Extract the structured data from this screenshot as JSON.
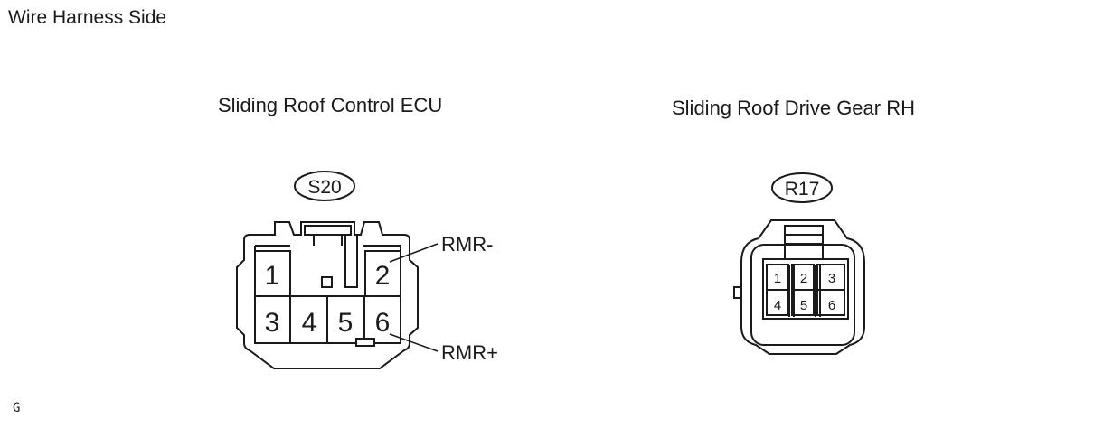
{
  "page_title": "Wire Harness Side",
  "footer_code": "G",
  "connectors": [
    {
      "title": "Sliding Roof Control ECU",
      "code": "S20",
      "pins": [
        "1",
        "2",
        "3",
        "4",
        "5",
        "6"
      ],
      "callouts": [
        {
          "label": "RMR-",
          "pin": "2"
        },
        {
          "label": "RMR+",
          "pin": "6"
        }
      ]
    },
    {
      "title": "Sliding Roof Drive Gear RH",
      "code": "R17",
      "pins": [
        "1",
        "2",
        "3",
        "4",
        "5",
        "6"
      ]
    }
  ]
}
